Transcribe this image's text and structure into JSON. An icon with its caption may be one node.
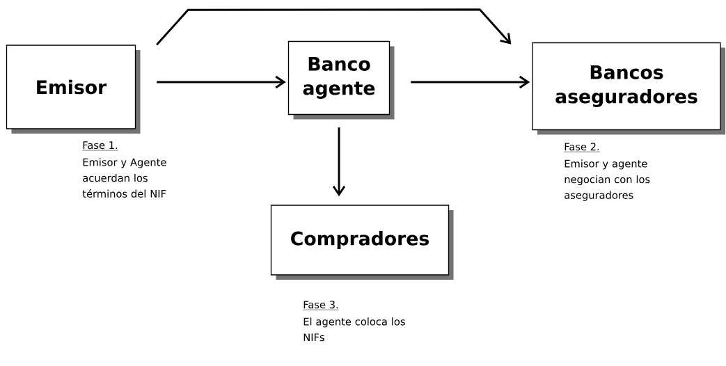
{
  "diagram": {
    "nodes": [
      {
        "text": [
          "Emisor"
        ],
        "beside": [
          "Fase 1.",
          "Emisor y Agente acuerdan los términos del NIF"
        ]
      },
      {
        "text": [
          "Banco agente"
        ]
      },
      {
        "text": [
          "Bancos aseguradores"
        ],
        "beside": [
          "Fase 2.",
          "Emisor y agente negocian con los aseguradores"
        ]
      },
      {
        "text": [
          "Compradores"
        ],
        "beside": [
          "Fase 3.",
          "El agente coloca los NIFs"
        ]
      }
    ],
    "edges": [
      {
        "from": 0,
        "to": 1,
        "arrow": "to"
      },
      {
        "from": 1,
        "to": 2,
        "arrow": "to"
      },
      {
        "from": 0,
        "to": 2,
        "arrow": "to"
      },
      {
        "from": 1,
        "to": 3,
        "arrow": "to"
      }
    ]
  }
}
